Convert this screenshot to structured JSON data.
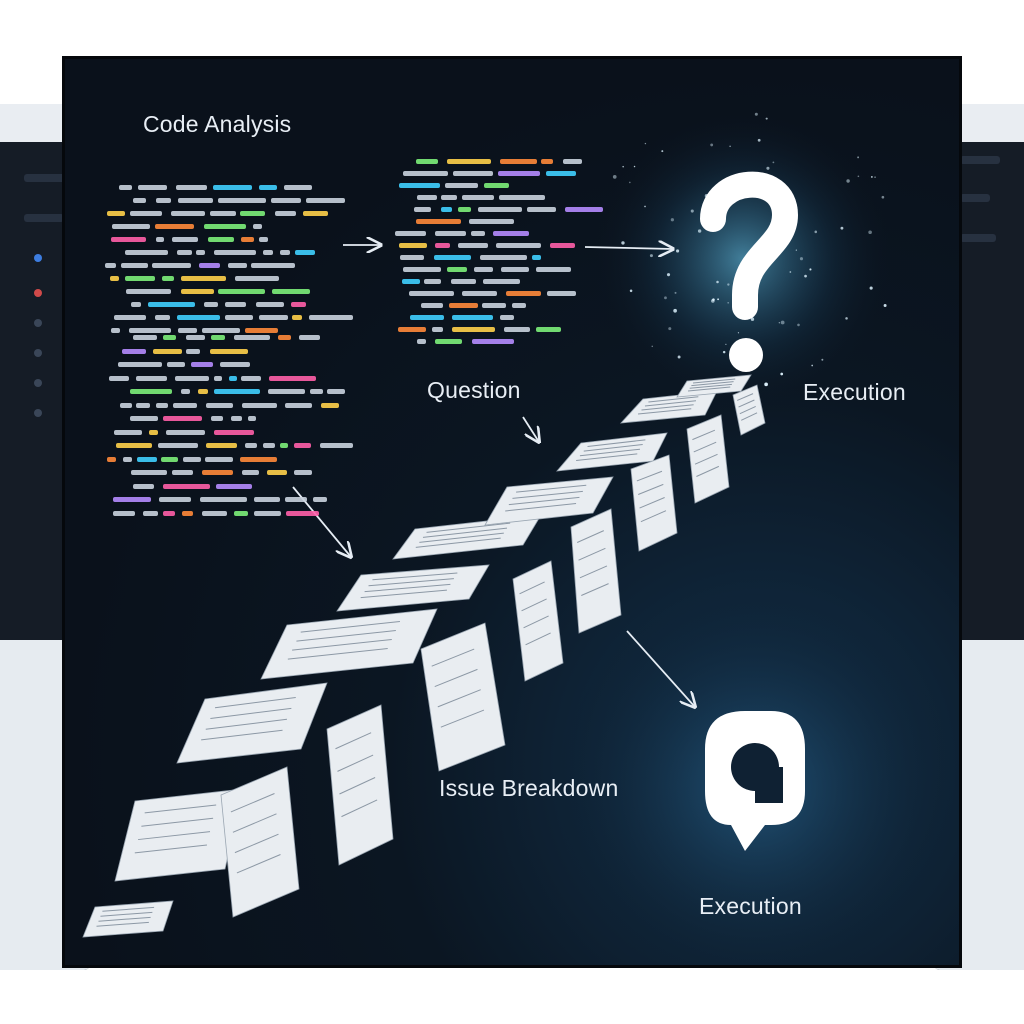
{
  "labels": {
    "code_analysis": "Code Analysis",
    "question": "Question",
    "execution_top": "Execution",
    "issue_breakdown": "Issue Breakdown",
    "execution_bottom": "Execution"
  },
  "icons": {
    "question": "question-mark-icon",
    "execution": "speech-bubble-logo-icon"
  },
  "colors": {
    "panel_background": "#0b1622",
    "label_text": "#e8eef5",
    "code_accents": [
      "#3fd0ff",
      "#ff5fa8",
      "#ffd24a",
      "#7cf07a",
      "#b58cff",
      "#ff8a3a"
    ],
    "card": "#e9edf1",
    "glow": "#6fd6ff"
  }
}
